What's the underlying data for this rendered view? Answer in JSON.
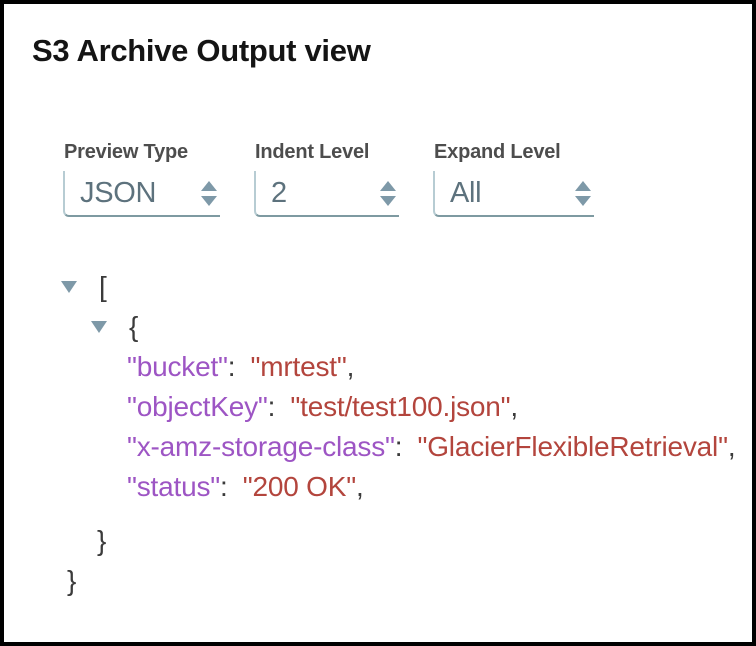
{
  "title": "S3 Archive Output view",
  "colors": {
    "key": "#9d55c4",
    "value": "#b3453d",
    "punct": "#3b3b3b",
    "triangle": "#7e99a8",
    "select_text": "#5d727d",
    "label_text": "#4d4d4d",
    "select_underline": "#7e9aa1",
    "select_left_border": "#b7ccd3",
    "frame_border": "#000000"
  },
  "controls": [
    {
      "id": "preview-type",
      "label": "Preview Type",
      "value": "JSON"
    },
    {
      "id": "indent-level",
      "label": "Indent Level",
      "value": "2"
    },
    {
      "id": "expand-level",
      "label": "Expand Level",
      "value": "All"
    }
  ],
  "tree": {
    "rows": [
      {
        "indent": 0,
        "toggle": true,
        "tokens": [
          {
            "t": "punct",
            "text": "["
          }
        ]
      },
      {
        "indent": 1,
        "toggle": true,
        "tokens": [
          {
            "t": "punct",
            "text": "{"
          }
        ]
      },
      {
        "indent": 2,
        "toggle": false,
        "tokens": [
          {
            "t": "key",
            "text": "\"bucket\""
          },
          {
            "t": "punct",
            "text": ":  "
          },
          {
            "t": "value",
            "text": "\"mrtest\""
          },
          {
            "t": "punct",
            "text": ","
          }
        ]
      },
      {
        "indent": 2,
        "toggle": false,
        "tokens": [
          {
            "t": "key",
            "text": "\"objectKey\""
          },
          {
            "t": "punct",
            "text": ":  "
          },
          {
            "t": "value",
            "text": "\"test/test100.json\""
          },
          {
            "t": "punct",
            "text": ","
          }
        ]
      },
      {
        "indent": 2,
        "toggle": false,
        "tokens": [
          {
            "t": "key",
            "text": "\"x-amz-storage-class\""
          },
          {
            "t": "punct",
            "text": ":  "
          },
          {
            "t": "value",
            "text": "\"GlacierFlexibleRetrieval\""
          },
          {
            "t": "punct",
            "text": ","
          }
        ]
      },
      {
        "indent": 2,
        "toggle": false,
        "tokens": [
          {
            "t": "key",
            "text": "\"status\""
          },
          {
            "t": "punct",
            "text": ":  "
          },
          {
            "t": "value",
            "text": "\"200 OK\""
          },
          {
            "t": "punct",
            "text": ","
          }
        ]
      },
      {
        "indent": 1,
        "toggle": false,
        "tokens": [
          {
            "t": "punct",
            "text": "}"
          }
        ]
      },
      {
        "indent": 0,
        "toggle": false,
        "tokens": [
          {
            "t": "punct",
            "text": "}"
          }
        ]
      }
    ]
  }
}
